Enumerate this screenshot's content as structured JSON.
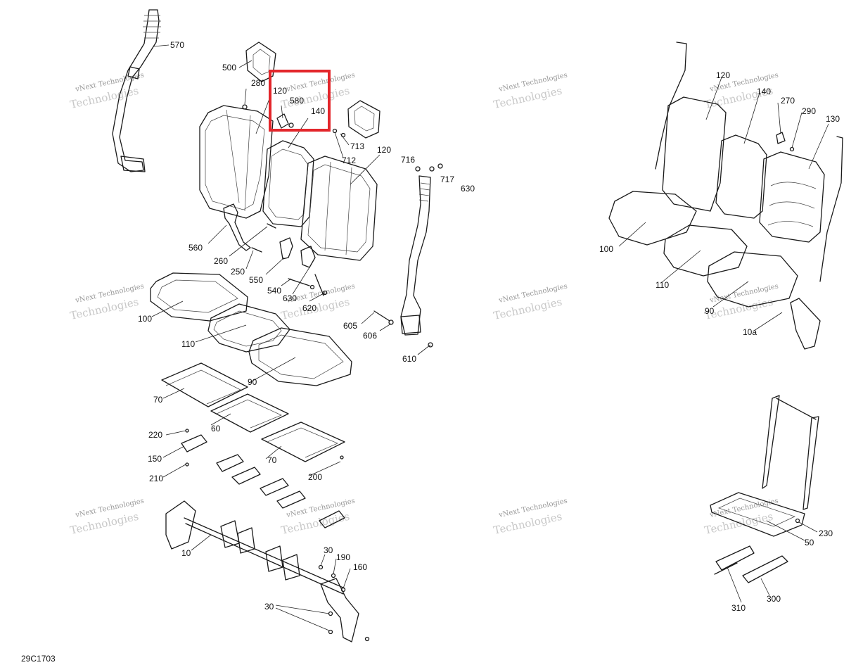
{
  "diagram_code": "29C1703",
  "watermark": {
    "line1": "vNext Technologies",
    "line2": "Technologies"
  },
  "colors": {
    "highlight": "#e3262b",
    "linework": "#1a1a1a",
    "watermark": "#bdbdbd"
  },
  "callouts": {
    "c570": "570",
    "c500": "500",
    "c280": "280",
    "c120a": "120",
    "c580": "580",
    "c140a": "140",
    "c713": "713",
    "c712": "712",
    "c120b": "120",
    "c716": "716",
    "c717": "717",
    "c630a": "630",
    "c560": "560",
    "c260": "260",
    "c250": "250",
    "c550": "550",
    "c540": "540",
    "c630b": "630",
    "c620": "620",
    "c100a": "100",
    "c110a": "110",
    "c605": "605",
    "c606": "606",
    "c610": "610",
    "c90a": "90",
    "c70a": "70",
    "c60": "60",
    "c220": "220",
    "c150": "150",
    "c210": "210",
    "c70b": "70",
    "c200": "200",
    "c10": "10",
    "c30a": "30",
    "c190": "190",
    "c160": "160",
    "c30b": "30",
    "r120": "120",
    "r140": "140",
    "r270": "270",
    "r290": "290",
    "r130": "130",
    "r100": "100",
    "r110": "110",
    "r90": "90",
    "r10a": "10a",
    "r230": "230",
    "r50": "50",
    "r310": "310",
    "r300": "300"
  }
}
